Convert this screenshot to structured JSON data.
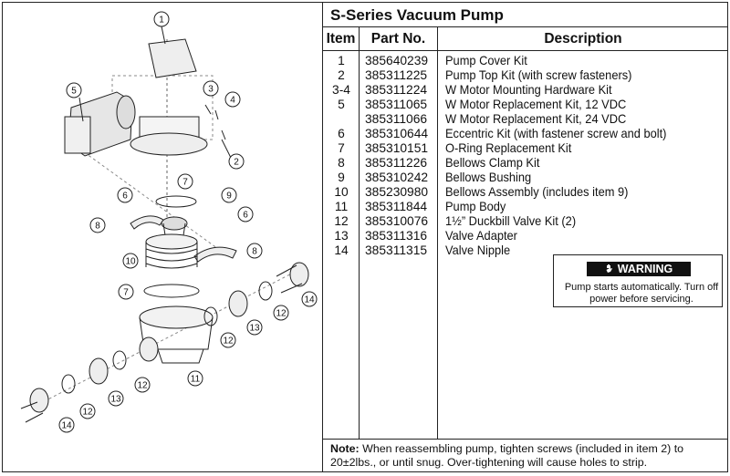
{
  "title": "S-Series Vacuum Pump",
  "headers": {
    "item": "Item",
    "part": "Part No.",
    "desc": "Description"
  },
  "parts": [
    {
      "item": "1",
      "part": "385640239",
      "desc": "Pump Cover Kit"
    },
    {
      "item": "2",
      "part": "385311225",
      "desc": "Pump Top Kit (with screw fasteners)"
    },
    {
      "item": "3-4",
      "part": "385311224",
      "desc": "W Motor Mounting Hardware Kit"
    },
    {
      "item": "5",
      "part": "385311065",
      "desc": "W Motor Replacement Kit, 12 VDC"
    },
    {
      "item": "",
      "part": "385311066",
      "desc": "W Motor Replacement Kit, 24 VDC"
    },
    {
      "item": "6",
      "part": "385310644",
      "desc": "Eccentric Kit (with fastener screw and bolt)"
    },
    {
      "item": "7",
      "part": "385310151",
      "desc": "O-Ring Replacement Kit"
    },
    {
      "item": "8",
      "part": "385311226",
      "desc": "Bellows Clamp Kit"
    },
    {
      "item": "9",
      "part": "385310242",
      "desc": "Bellows Bushing"
    },
    {
      "item": "10",
      "part": "385230980",
      "desc": "Bellows Assembly (includes item 9)"
    },
    {
      "item": "11",
      "part": "385311844",
      "desc": "Pump Body"
    },
    {
      "item": "12",
      "part": "385310076",
      "desc": "1½” Duckbill Valve Kit (2)"
    },
    {
      "item": "13",
      "part": "385311316",
      "desc": "Valve Adapter"
    },
    {
      "item": "14",
      "part": "385311315",
      "desc": "Valve Nipple"
    }
  ],
  "warning": {
    "badge": "WARNING",
    "text": "Pump starts automatically. Turn off power before servicing."
  },
  "note": {
    "label": "Note:",
    "text": "When reassembling pump, tighten screws (included in item 2) to 20±2lbs., or until snug.  Over-tightening will cause holes to strip."
  },
  "callouts": [
    "1",
    "2",
    "3",
    "4",
    "5",
    "6",
    "6",
    "7",
    "7",
    "8",
    "8",
    "9",
    "10",
    "11",
    "12",
    "12",
    "12",
    "12",
    "13",
    "13",
    "14",
    "14"
  ]
}
